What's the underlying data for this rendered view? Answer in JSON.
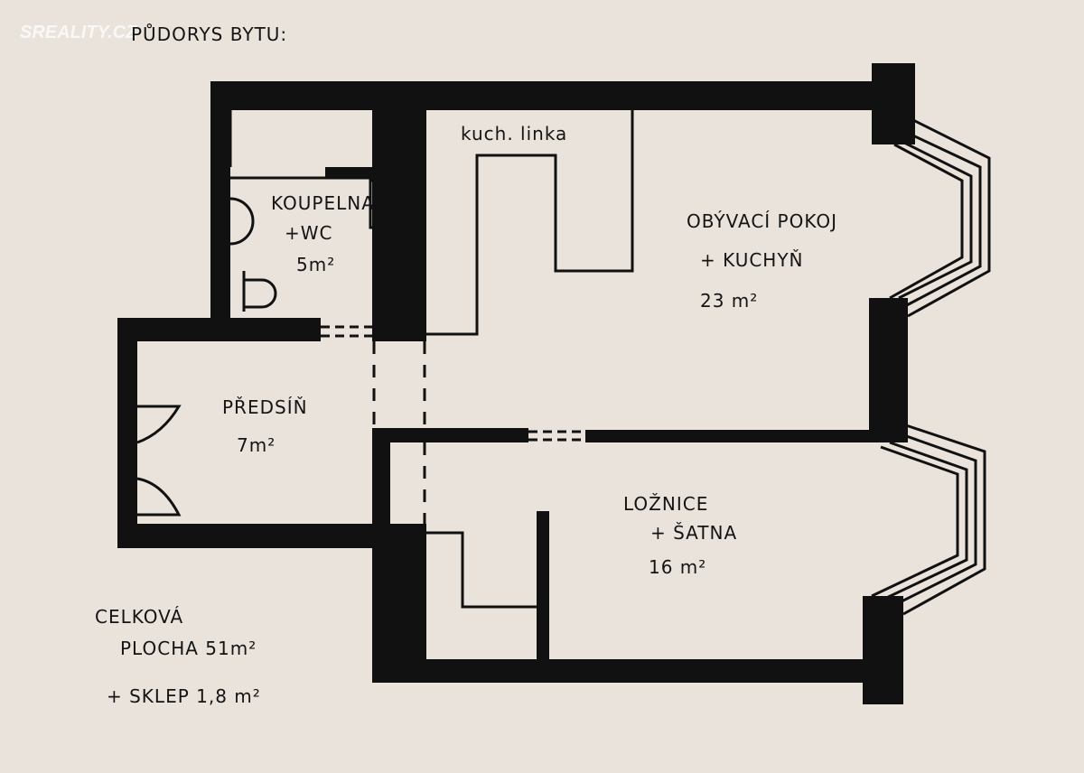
{
  "watermark": "SREALITY.CZ",
  "title": "PŮDORYS BYTU:",
  "rooms": {
    "bathroom": {
      "name": "KOUPELNA",
      "name2": "+WC",
      "area": "5m²"
    },
    "kitchen_label": "kuch. linka",
    "living": {
      "name": "OBÝVACÍ POKOJ",
      "name2": "+ KUCHYŇ",
      "area": "23 m²"
    },
    "hall": {
      "name": "PŘEDSÍŇ",
      "area": "7m²"
    },
    "bedroom": {
      "name": "LOŽNICE",
      "name2": "+ ŠATNA",
      "area": "16 m²"
    }
  },
  "totals": {
    "line1": "CELKOVÁ",
    "line2": "PLOCHA 51m²",
    "line3": "+ SKLEP 1,8 m²"
  }
}
